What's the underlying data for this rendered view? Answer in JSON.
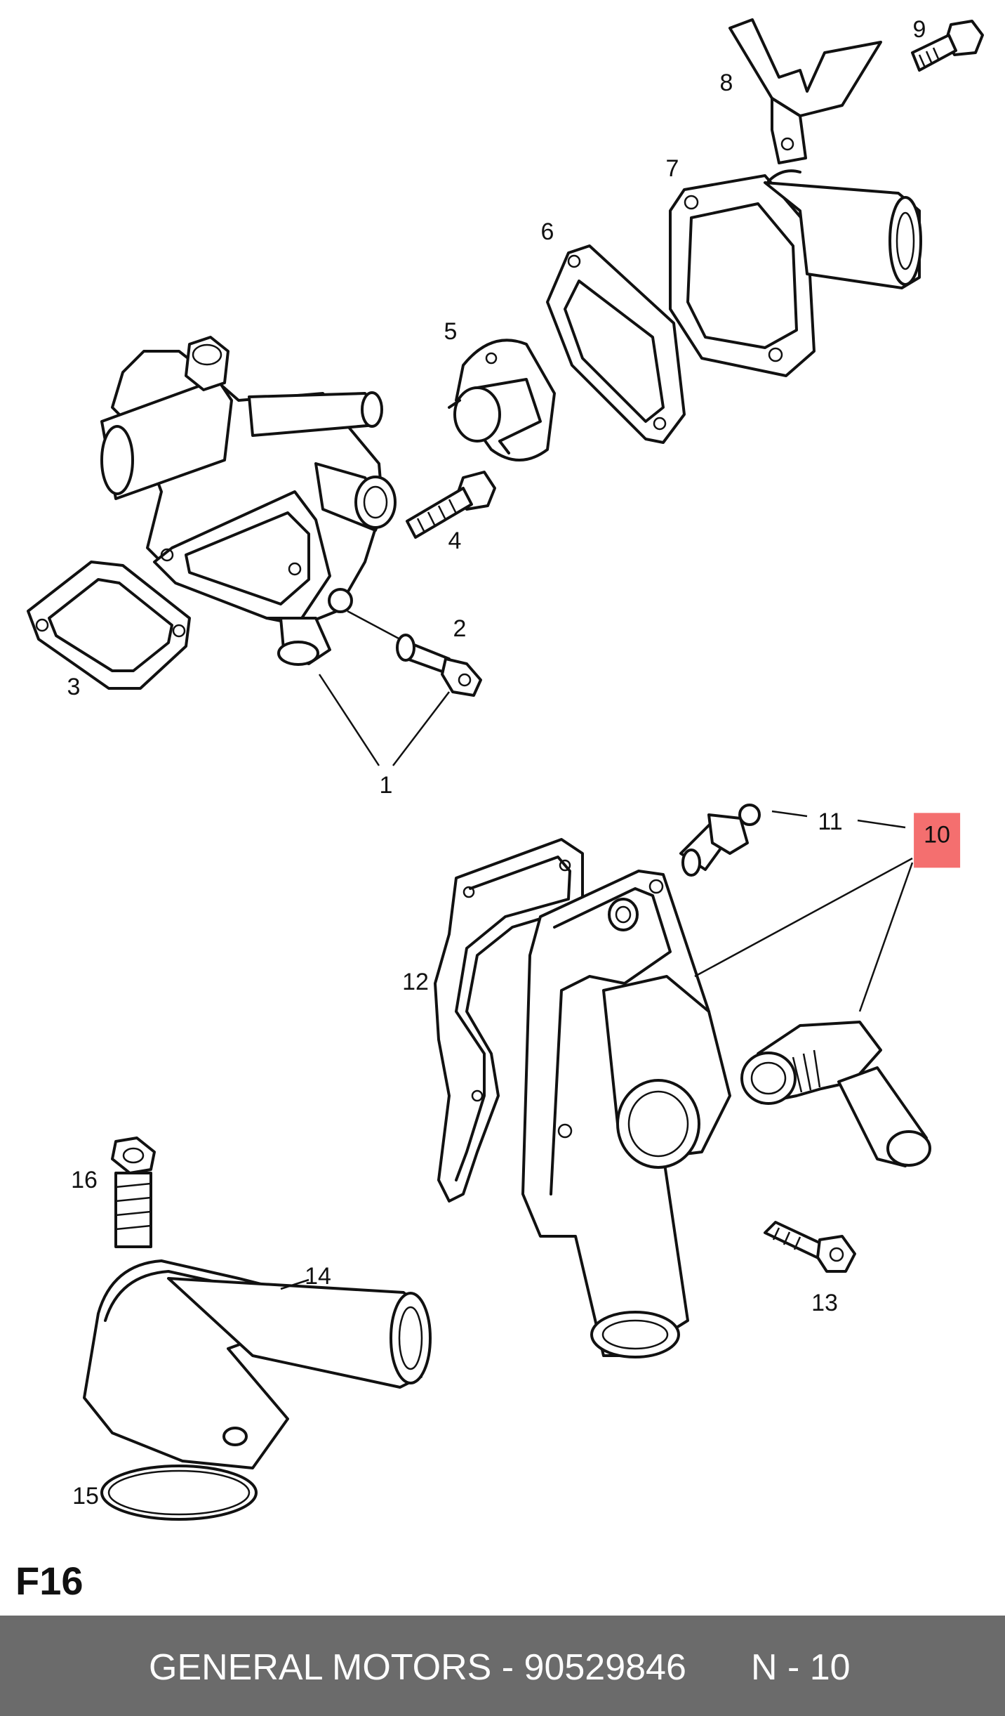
{
  "callouts": {
    "c1": "1",
    "c2": "2",
    "c3": "3",
    "c4": "4",
    "c5": "5",
    "c6": "6",
    "c7": "7",
    "c8": "8",
    "c9": "9",
    "c10": "10",
    "c11": "11",
    "c12": "12",
    "c13": "13",
    "c14": "14",
    "c15": "15",
    "c16": "16"
  },
  "figure_code": "F16",
  "footer": {
    "brand_part": "GENERAL MOTORS - 90529846",
    "position": "N - 10"
  },
  "colors": {
    "highlight": "#f46f6f",
    "footer_bg": "#6b6b6b"
  }
}
